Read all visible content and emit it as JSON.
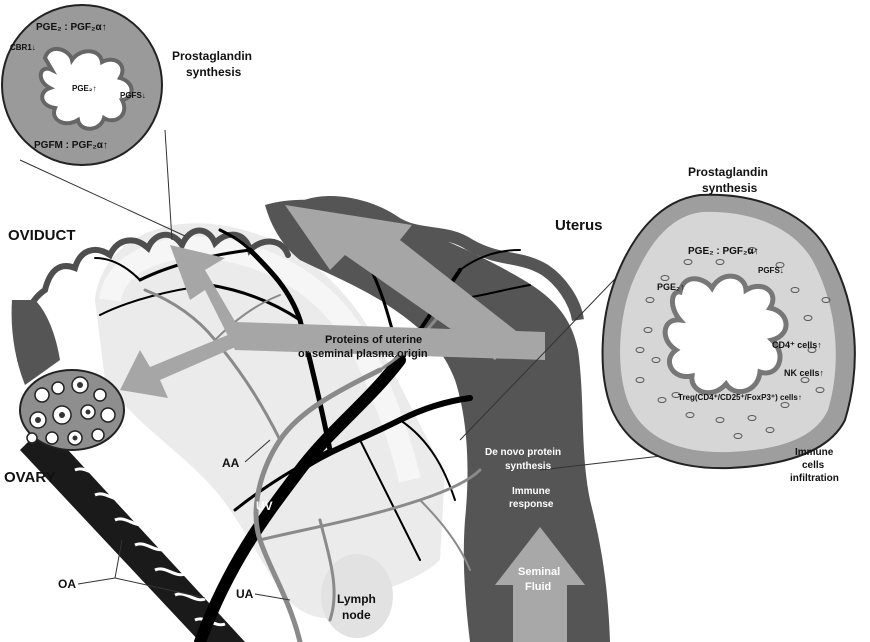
{
  "labels": {
    "oviduct": "OVIDUCT",
    "ovary": "OVARY",
    "uterus": "Uterus",
    "aa": "AA",
    "uv": "UV",
    "ua": "UA",
    "oa": "OA",
    "lymph_line1": "Lymph",
    "lymph_line2": "node",
    "proteins_line1": "Proteins of uterine",
    "proteins_line2": "or seminal plasma origin",
    "denovo_line1": "De novo protein",
    "denovo_line2": "synthesis",
    "immune_resp_line1": "Immune",
    "immune_resp_line2": "response",
    "seminal_line1": "Seminal",
    "seminal_line2": "Fluid",
    "immune_cells_line1": "Immune",
    "immune_cells_line2": "cells",
    "immune_cells_line3": "infiltration"
  },
  "oviduct_inset": {
    "title_line1": "Prostaglandin",
    "title_line2": "synthesis",
    "ratio_top": "PGE₂ : PGF₂α↑",
    "cbr1": "CBR1↓",
    "pge2": "PGE₂↑",
    "pgfs": "PGFS↓",
    "pgfm": "PGFM : PGF₂α↑"
  },
  "uterine_inset": {
    "title_line1": "Prostaglandin",
    "title_line2": "synthesis",
    "ratio": "PGE₂ : PGF₂α↑",
    "pgfs": "PGFS↓",
    "pge2": "PGE₂↑",
    "cd4": "CD4⁺ cells↑",
    "nk": "NK cells↑",
    "treg": "Treg(CD4⁺/CD25⁺/FoxP3⁺) cells↑"
  },
  "colors": {
    "dark_tissue": "#555555",
    "light_arrow": "#a8a8a8",
    "vessel_black": "#000000",
    "vessel_gray": "#8c8c8c",
    "pale_region": "#e6e6e6"
  }
}
